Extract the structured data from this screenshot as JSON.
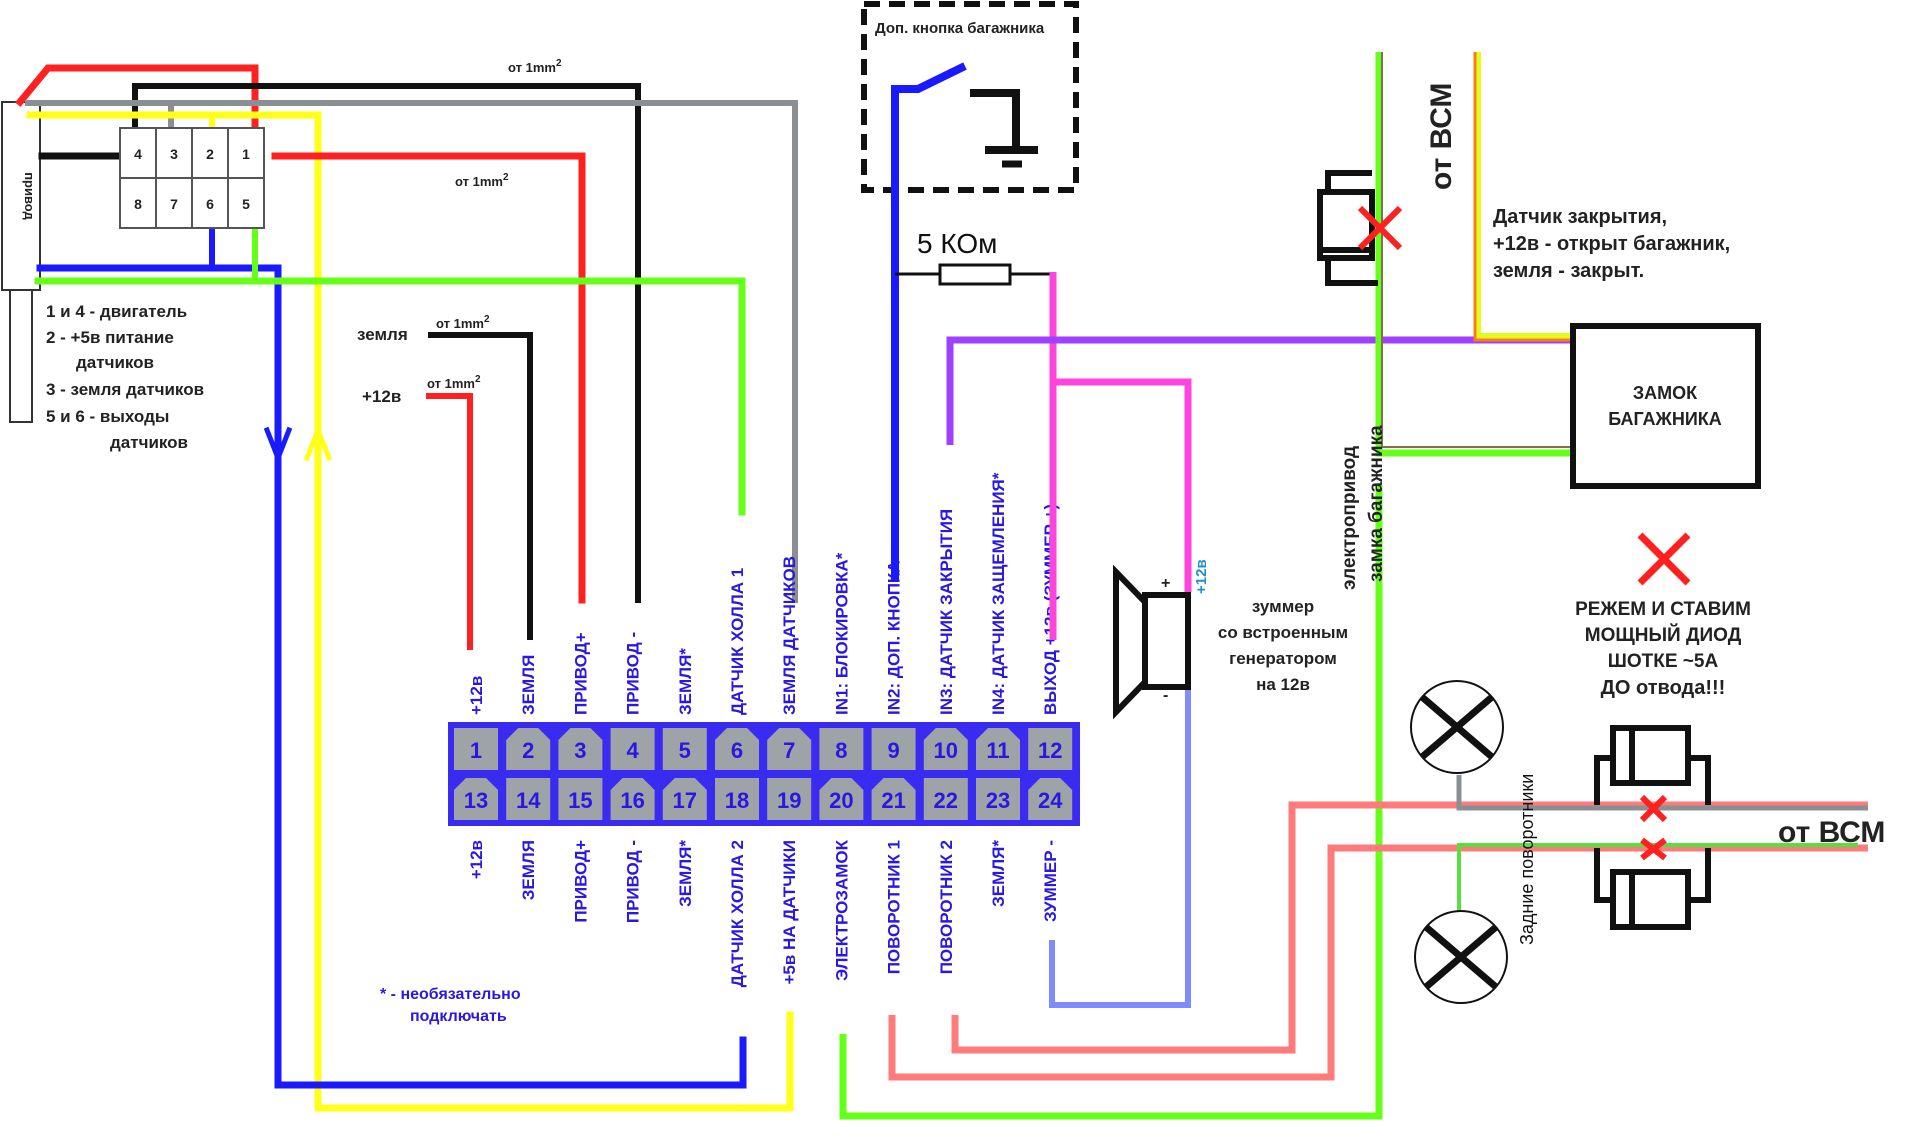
{
  "drive": {
    "label": "привод",
    "legend": [
      "1 и 4 - двигатель",
      "2 - +5в питание",
      "датчиков",
      "3 - земля датчиков",
      "5 и 6 - выходы",
      "датчиков"
    ],
    "connector_pins": [
      "4",
      "3",
      "2",
      "1",
      "8",
      "7",
      "6",
      "5"
    ]
  },
  "wire_notes": {
    "top_black": "от 1mm",
    "top_red": "от 1mm",
    "ground_note": "от 1mm",
    "plus12_note": "от 1mm",
    "superscript": "2",
    "ground_label": "земля",
    "plus12_label": "+12в"
  },
  "connector": {
    "top_pins": [
      "1",
      "2",
      "3",
      "4",
      "5",
      "6",
      "7",
      "8",
      "9",
      "10",
      "11",
      "12"
    ],
    "bottom_pins": [
      "13",
      "14",
      "15",
      "16",
      "17",
      "18",
      "19",
      "20",
      "21",
      "22",
      "23",
      "24"
    ],
    "top_labels": [
      "+12в",
      "ЗЕМЛЯ",
      "ПРИВОД+",
      "ПРИВОД -",
      "ЗЕМЛЯ*",
      "ДАТЧИК ХОЛЛА 1",
      "ЗЕМЛЯ ДАТЧИКОВ",
      "IN1: БЛОКИРОВКА*",
      "IN2: ДОП. КНОПКА",
      "IN3: ДАТЧИК ЗАКРЫТИЯ",
      "IN4: ДАТЧИК ЗАЩЕМЛЕНИЯ*",
      "ВЫХОД +12в (ЗУММЕР +)"
    ],
    "bottom_labels": [
      "+12в",
      "ЗЕМЛЯ",
      "ПРИВОД+",
      "ПРИВОД -",
      "ЗЕМЛЯ*",
      "ДАТЧИК ХОЛЛА 2",
      "+5в НА ДАТЧИКИ",
      "ЭЛЕКТРОЗАМОК",
      "ПОВОРОТНИК 1",
      "ПОВОРОТНИК 2",
      "ЗЕМЛЯ*",
      "ЗУММЕР -"
    ],
    "colors": {
      "body": "#3a2bf0",
      "pin": "#9ea3a8",
      "text": "#2a18e0"
    }
  },
  "footnote": [
    "* - необязательно",
    "подключать"
  ],
  "button_box": {
    "title": "Доп. кнопка багажника"
  },
  "resistor": {
    "label": "5 КОм"
  },
  "buzzer": {
    "plus": "+",
    "minus": "-",
    "supply": "+12в",
    "description": [
      "зуммер",
      "со встроенным",
      "генератором",
      "на 12в"
    ]
  },
  "lock": {
    "title": [
      "ЗАМОК",
      "БАГАЖНИКА"
    ],
    "from_bcm": "от ВСМ",
    "actuator_label": [
      "электропривод",
      "замка багажника"
    ],
    "sensor_note": [
      "Датчик закрытия,",
      "+12в - открыт багажник,",
      "земля - закрыт."
    ]
  },
  "diode_note": [
    "РЕЖЕМ И СТАВИМ",
    "МОЩНЫЙ ДИОД",
    "ШОТКЕ ~5А",
    "ДО отвода!!!"
  ],
  "turn_signals": {
    "label": "Задние поворотники",
    "from_bcm": "от ВСМ"
  },
  "wire_colors": {
    "red": "#ff2020",
    "black": "#111111",
    "gray": "#8a8f93",
    "yellow": "#ffff1a",
    "blue": "#1a1aff",
    "green": "#66ff1a",
    "magenta": "#ff44dd",
    "purple": "#a040ff",
    "pink": "#ff7a7a",
    "lavender": "#7f8cff",
    "orange": "#ff7a1a",
    "brown": "#8a6a50",
    "cross": "#ff2020"
  }
}
